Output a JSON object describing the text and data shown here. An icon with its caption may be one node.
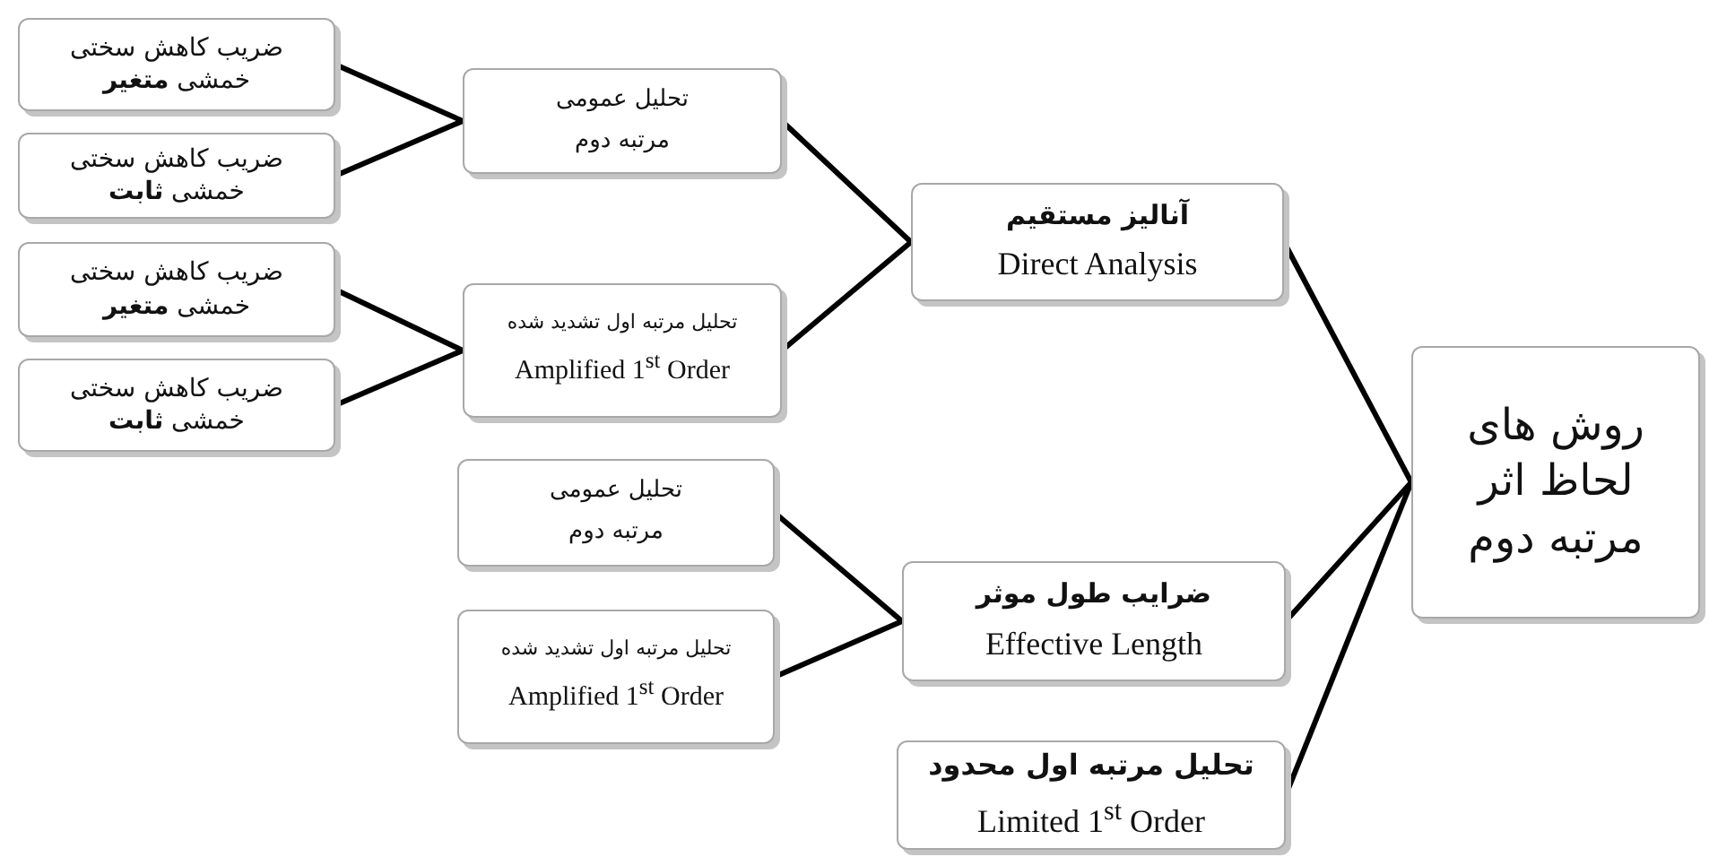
{
  "diagram": {
    "nodes": [
      {
        "text": [
          "روش های لحاظ اثر مرتبه دوم"
        ]
      },
      {
        "text": [
          "آنالیز مستقیم",
          "Direct Analysis"
        ]
      },
      {
        "text": [
          "تحلیل عمومی",
          "مرتبه دوم"
        ]
      },
      {
        "text": [
          "ضریب کاهش سختی خمشی **متغیر**"
        ]
      },
      {
        "text": [
          "ضریب کاهش سختی خمشی **ثابت**"
        ]
      },
      {
        "text": [
          "تحلیل مرتبه اول تشدید شده",
          "Amplified 1$^{st}$ Order"
        ]
      },
      {
        "text": [
          "ضریب کاهش سختی خمشی **متغیر**"
        ]
      },
      {
        "text": [
          "ضریب کاهش سختی خمشی **ثابت**"
        ]
      },
      {
        "text": [
          "ضرایب طول موثر",
          "Effective Length"
        ]
      },
      {
        "text": [
          "تحلیل عمومی",
          "مرتبه دوم"
        ]
      },
      {
        "text": [
          "تحلیل مرتبه اول تشدید شده",
          "Amplified 1$^{st}$ Order"
        ]
      },
      {
        "text": [
          "تحلیل مرتبه اول محدود",
          "Limited 1$^{st}$ Order"
        ]
      }
    ],
    "edges": [
      {
        "from": 3,
        "to": 2,
        "arrow": "none"
      },
      {
        "from": 4,
        "to": 2,
        "arrow": "none"
      },
      {
        "from": 6,
        "to": 5,
        "arrow": "none"
      },
      {
        "from": 7,
        "to": 5,
        "arrow": "none"
      },
      {
        "from": 2,
        "to": 1,
        "arrow": "none"
      },
      {
        "from": 5,
        "to": 1,
        "arrow": "none"
      },
      {
        "from": 9,
        "to": 8,
        "arrow": "none"
      },
      {
        "from": 10,
        "to": 8,
        "arrow": "none"
      },
      {
        "from": 1,
        "to": 0,
        "arrow": "none"
      },
      {
        "from": 8,
        "to": 0,
        "arrow": "none"
      },
      {
        "from": 11,
        "to": 0,
        "arrow": "none"
      }
    ]
  }
}
